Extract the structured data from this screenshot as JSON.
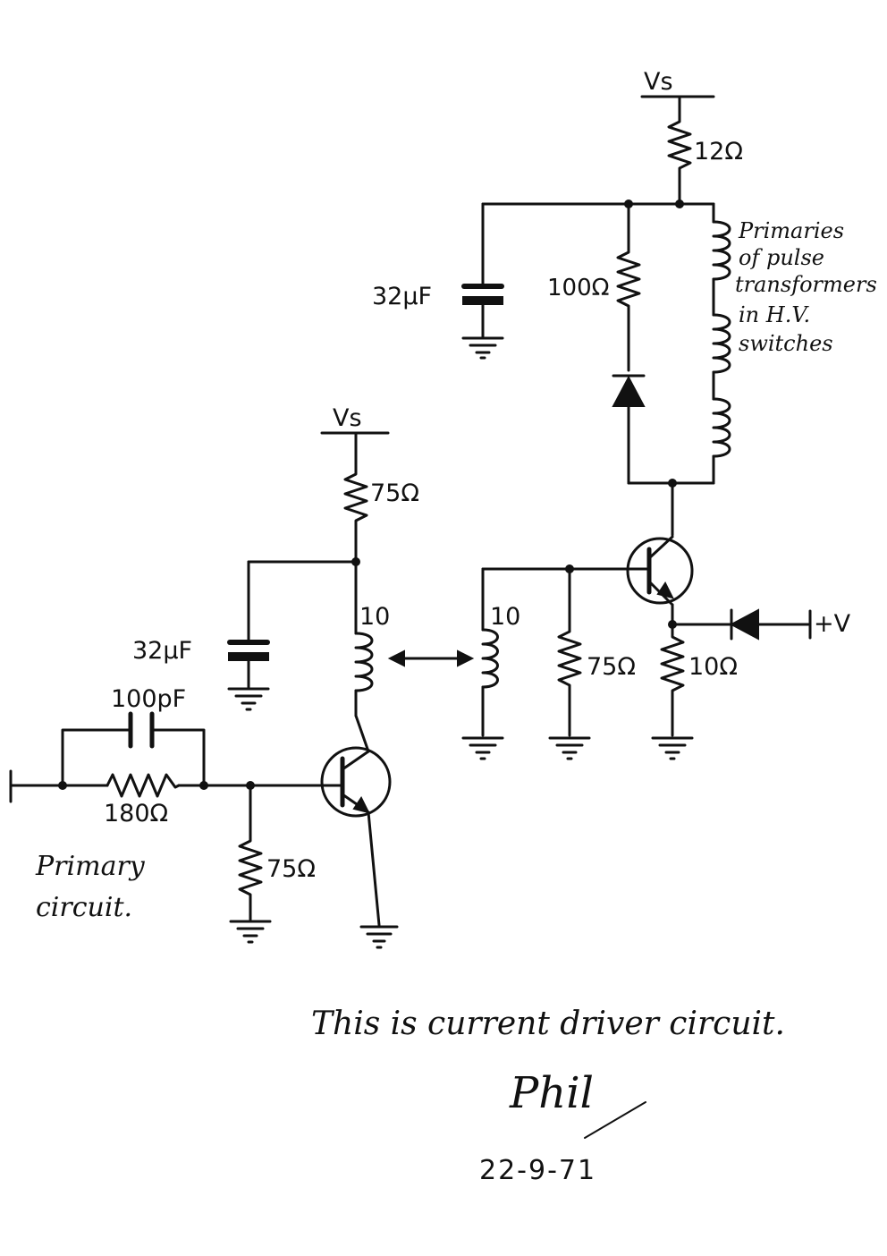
{
  "labels": {
    "vs_top": "Vs",
    "r_12": "12Ω",
    "c_32_top": "32μF",
    "r_100": "100Ω",
    "r_75_supply": "75Ω",
    "vs_left": "Vs",
    "c_32_left": "32μF",
    "coil_primary": "10",
    "coil_secondary": "10",
    "c_100pf": "100pF",
    "r_180": "180Ω",
    "r_75_base": "75Ω",
    "r_75_load": "75Ω",
    "r_10": "10Ω",
    "plus_v": "+V"
  },
  "notes": {
    "pulse_line1": "Primaries",
    "pulse_line2": "of pulse",
    "pulse_line3": "transformers",
    "pulse_line4": "in H.V.",
    "pulse_line5": "switches",
    "primary_line1": "Primary",
    "primary_line2": "circuit.",
    "caption": "This is current driver circuit.",
    "signature": "Phil",
    "date": "22-9-71"
  }
}
